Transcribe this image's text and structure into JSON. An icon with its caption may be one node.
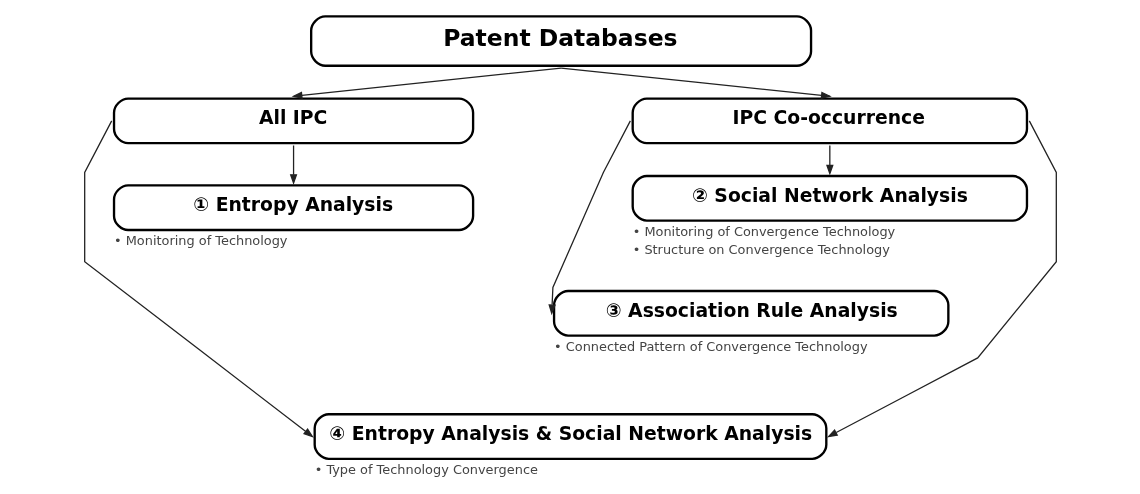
{
  "diagram": {
    "nodes": [
      {
        "text": [
          "Patent Databases"
        ]
      },
      {
        "text": [
          "All IPC"
        ]
      },
      {
        "text": [
          "IPC Co-occurrence"
        ]
      },
      {
        "text": [
          "① Entropy Analysis"
        ],
        "beside": [
          "• Monitoring of Technology"
        ]
      },
      {
        "text": [
          "② Social Network Analysis"
        ],
        "beside": [
          "• Monitoring of Convergence Technology",
          "• Structure on Convergence Technology"
        ]
      },
      {
        "text": [
          "③ Association Rule Analysis"
        ],
        "beside": [
          "• Connected Pattern of Convergence Technology"
        ]
      },
      {
        "text": [
          "④ Entropy Analysis & Social Network Analysis"
        ],
        "beside": [
          "• Type of Technology Convergence"
        ]
      }
    ],
    "edges": [
      {
        "from": 0,
        "to": 1,
        "arrow": "to"
      },
      {
        "from": 0,
        "to": 2,
        "arrow": "to"
      },
      {
        "from": 1,
        "to": 3,
        "arrow": "to"
      },
      {
        "from": 2,
        "to": 4,
        "arrow": "to"
      },
      {
        "from": 2,
        "to": 5,
        "arrow": "to"
      },
      {
        "from": 1,
        "to": 6,
        "arrow": "to"
      },
      {
        "from": 2,
        "to": 6,
        "arrow": "to"
      }
    ]
  }
}
